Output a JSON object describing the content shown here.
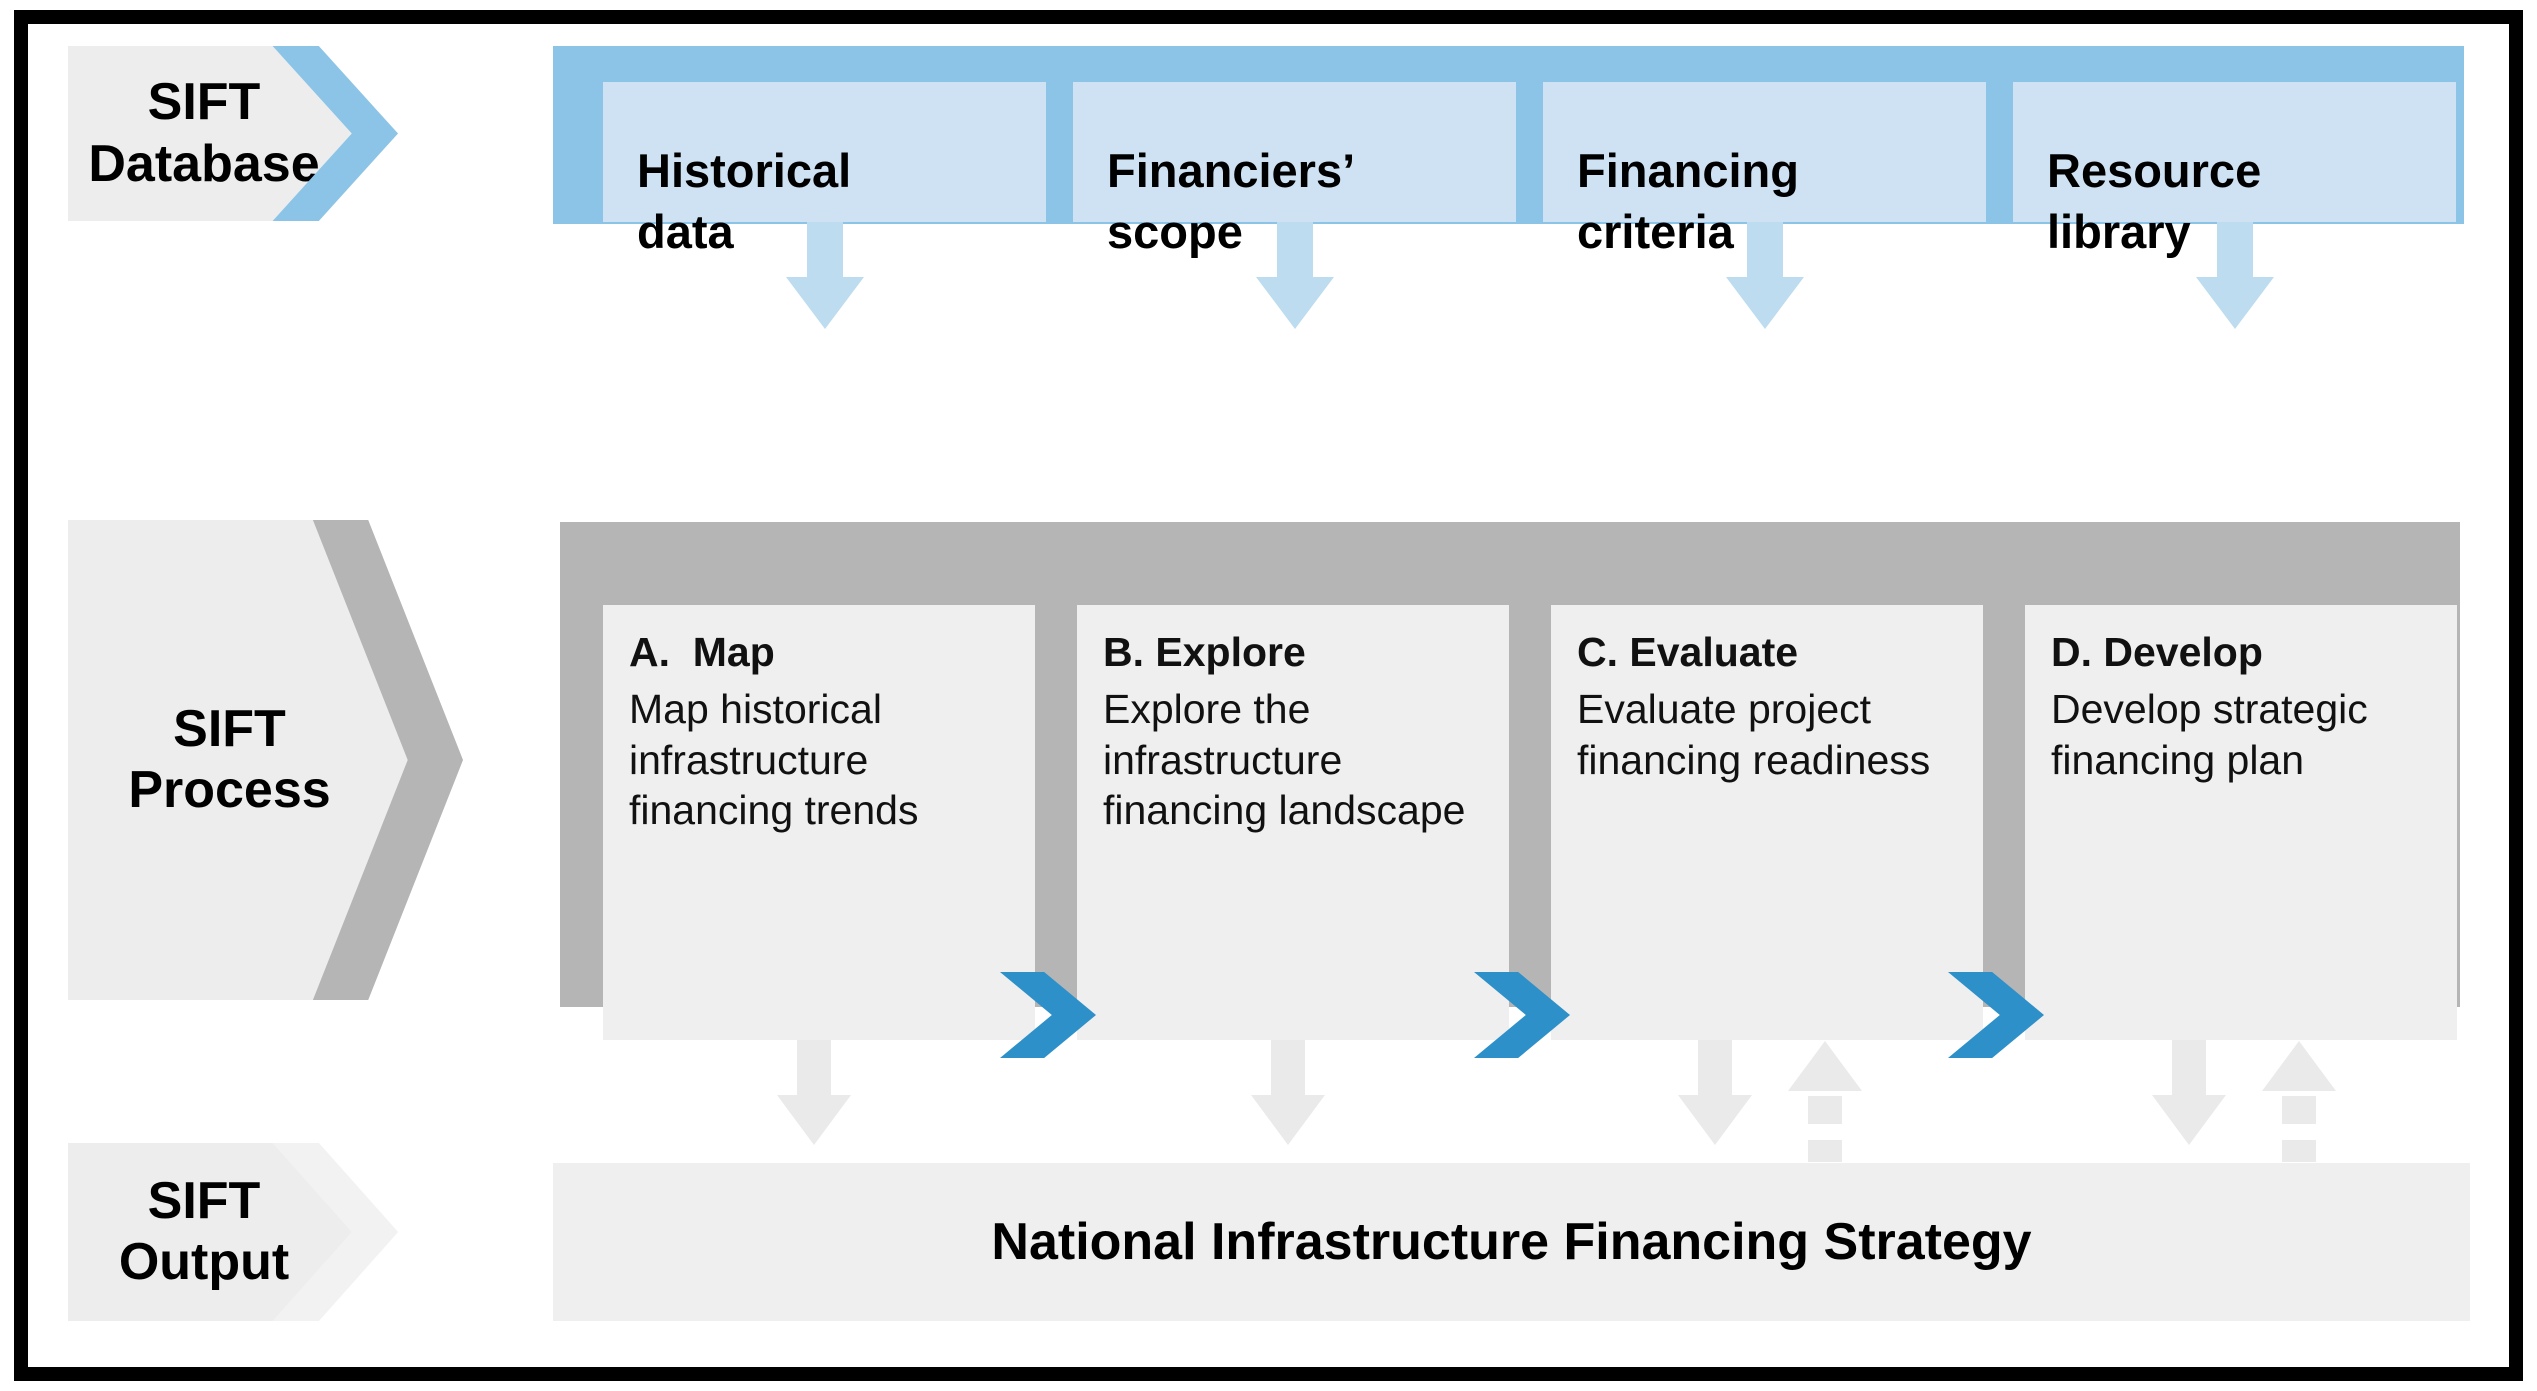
{
  "diagram": {
    "title": "SIFT framework diagram",
    "colors": {
      "frame": "#000000",
      "database_band": "#8CC4E8",
      "database_card": "#CFE2F3",
      "process_band": "#B5B5B5",
      "process_card": "#EFEFEF",
      "label_chevron": "#EDEDED",
      "connector_blue": "#2E90C9",
      "arrow_blue": "#BDDCF0",
      "arrow_grey": "#EAEAEA",
      "output_bar": "#EFEFEF"
    }
  },
  "rows": {
    "database": {
      "label_line1": "SIFT",
      "label_line2": "Database",
      "cards": [
        {
          "line1": "Historical",
          "line2": "data"
        },
        {
          "line1": "Financiers’",
          "line2": "scope"
        },
        {
          "line1": "Financing",
          "line2": "criteria"
        },
        {
          "line1": "Resource",
          "line2": "library"
        }
      ]
    },
    "process": {
      "label_line1": "SIFT",
      "label_line2": "Process",
      "cards": [
        {
          "title": "A.  Map",
          "body": "Map historical infrastructure financing trends"
        },
        {
          "title": "B. Explore",
          "body": "Explore the infrastructure financing landscape"
        },
        {
          "title": "C. Evaluate",
          "body": "Evaluate project financing readiness"
        },
        {
          "title": "D. Develop",
          "body": "Develop strategic financing plan"
        }
      ]
    },
    "output": {
      "label_line1": "SIFT",
      "label_line2": "Output",
      "bar_text": "National Infrastructure Financing Strategy"
    }
  }
}
